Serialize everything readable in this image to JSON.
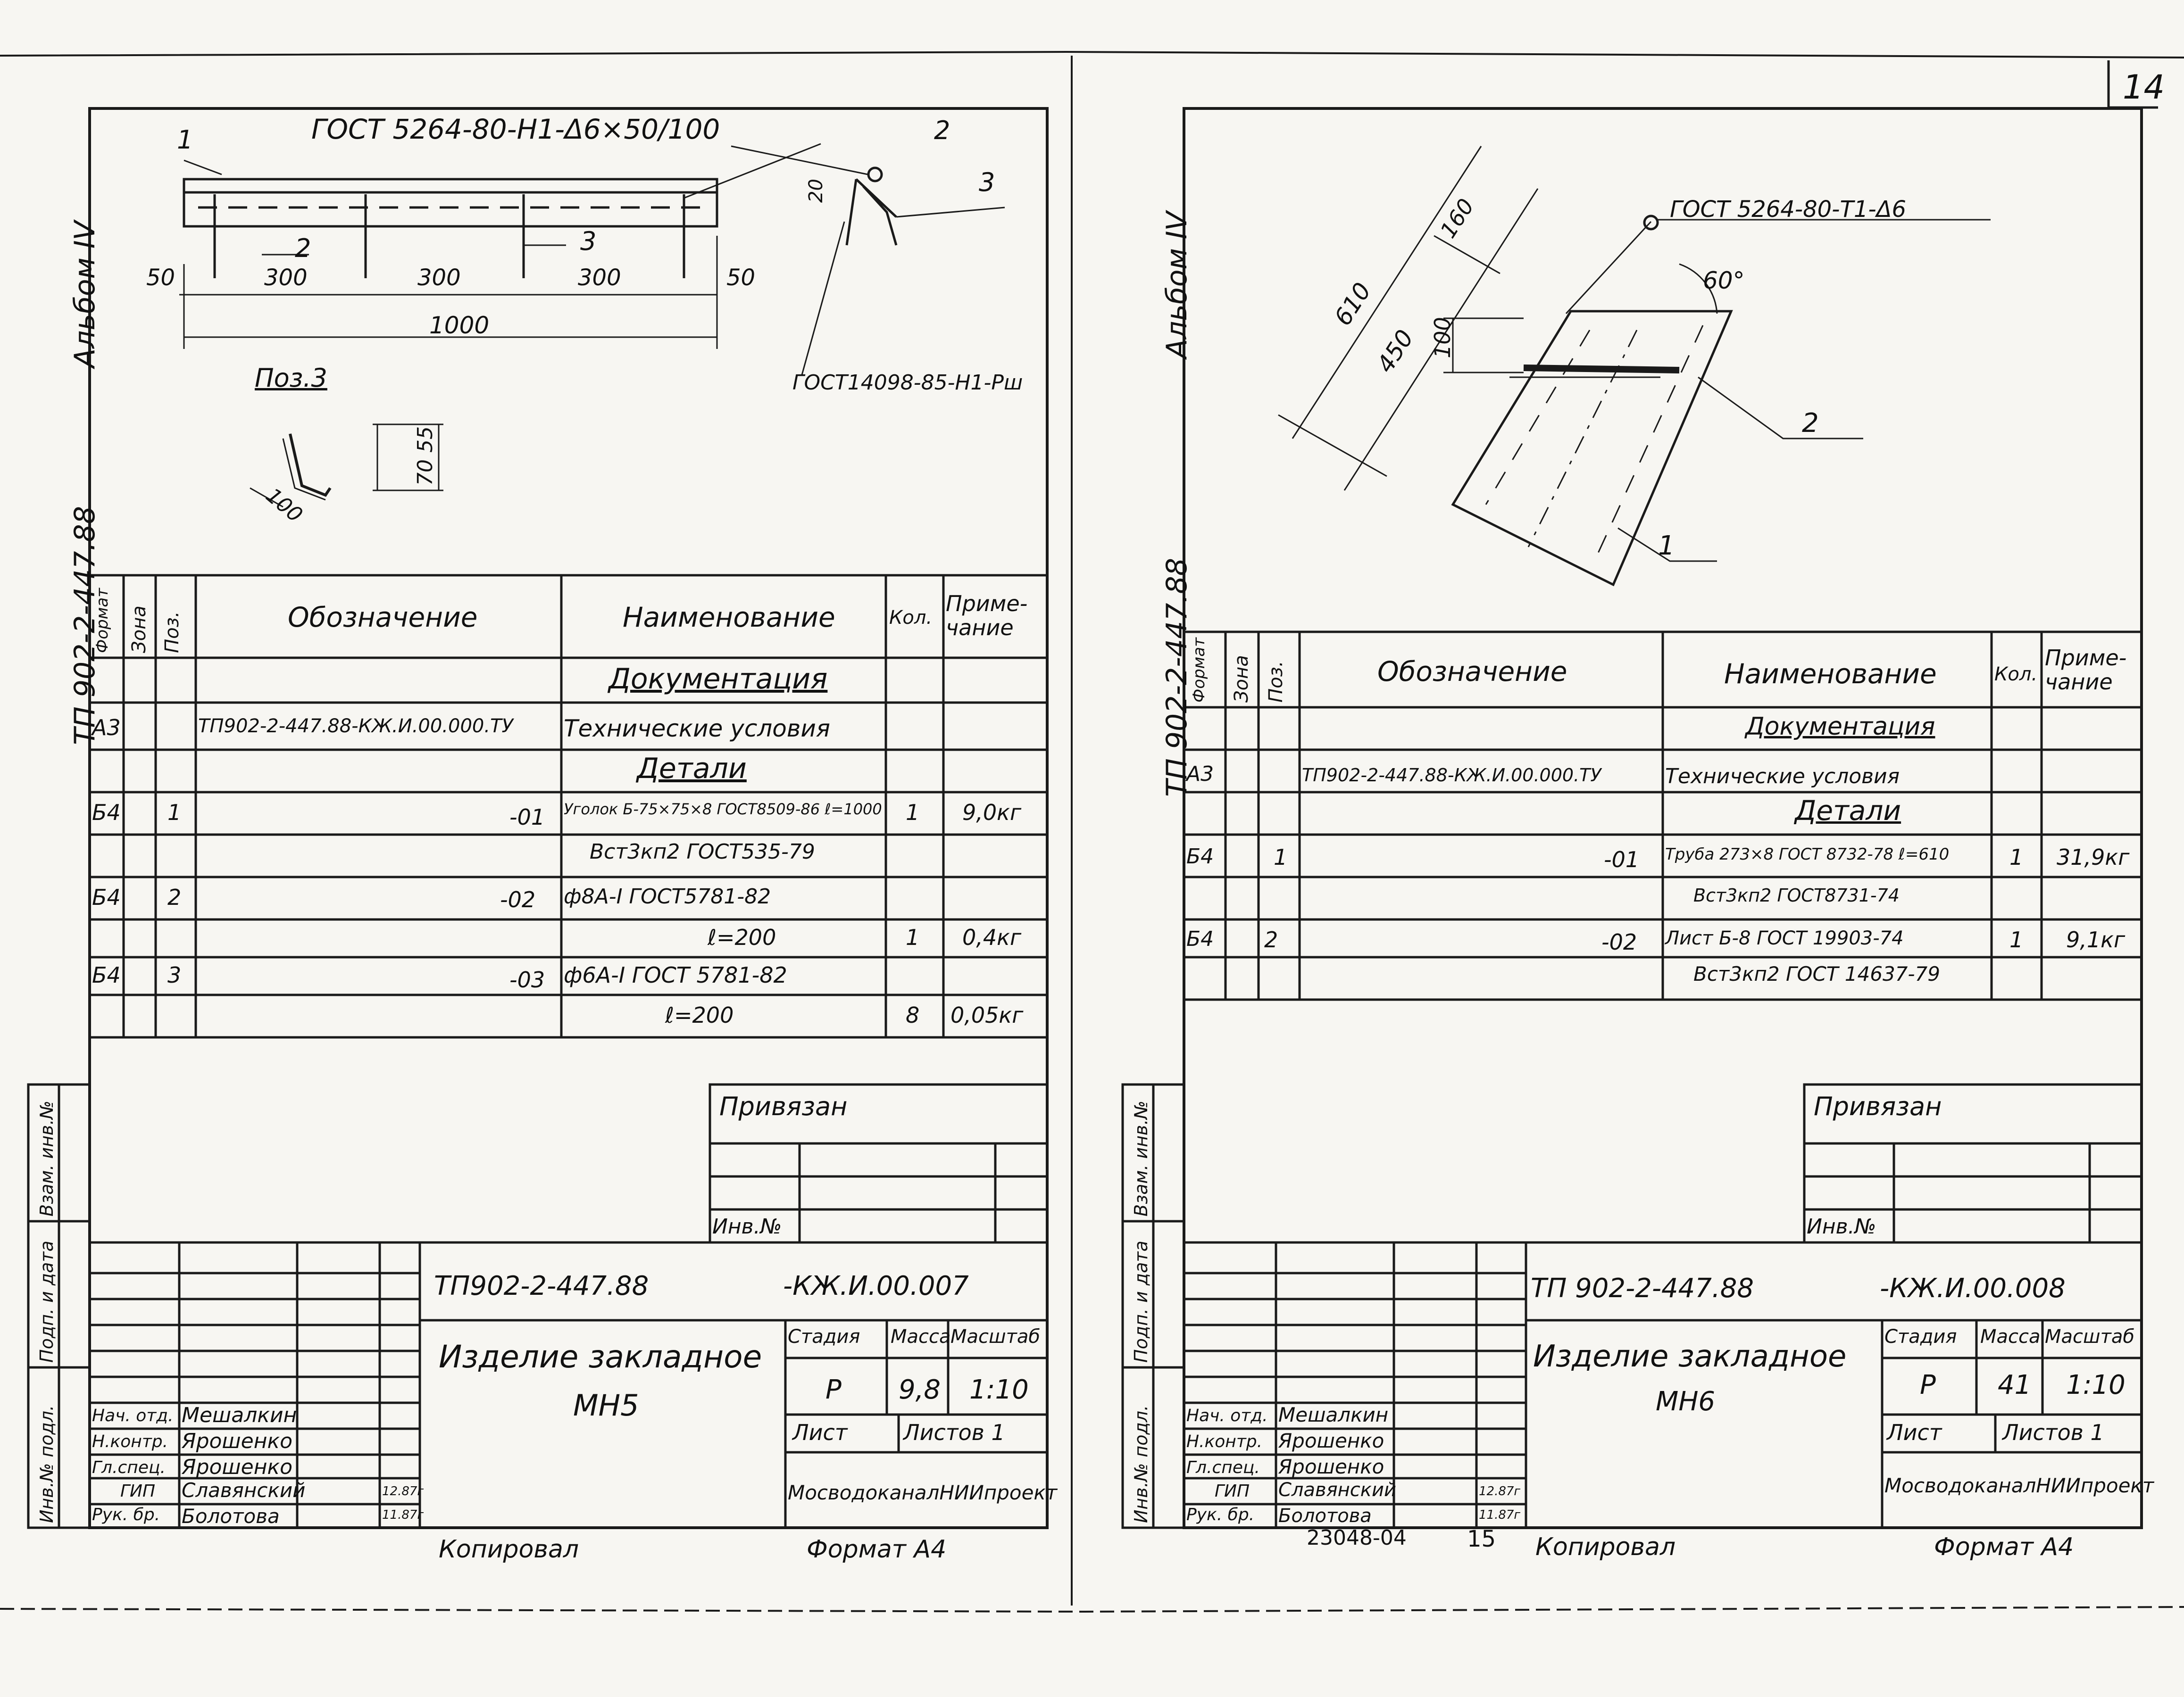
{
  "corner_page_number": "14",
  "sheets": [
    {
      "album_label": "Альбом IV",
      "side_code": "ТП 902-2-447.88",
      "drawing": {
        "callout_weld": "ГОСТ 5264-80-Н1-Δ6×50/100",
        "callout_weld2": "ГОСТ14098-85-Н1-Рш",
        "pos_labels": [
          "1",
          "2",
          "3",
          "2",
          "3"
        ],
        "dims": [
          "50",
          "300",
          "300",
          "300",
          "50",
          "1000",
          "20"
        ],
        "pos3_title": "Поз.3",
        "pos3_dims": [
          "100",
          "70",
          "55"
        ]
      },
      "table": {
        "headers": [
          "Формат",
          "Зона",
          "Поз.",
          "Обозначение",
          "Наименование",
          "Кол.",
          "Приме-\nчание"
        ],
        "rows": [
          {
            "fmt": "",
            "pos": "",
            "des": "",
            "name": "Документация",
            "qty": "",
            "note": "",
            "section": true
          },
          {
            "fmt": "А3",
            "pos": "",
            "des": "ТП902-2-447.88-КЖ.И.00.000.ТУ",
            "name": "Технические условия",
            "qty": "",
            "note": ""
          },
          {
            "fmt": "",
            "pos": "",
            "des": "",
            "name": "Детали",
            "qty": "",
            "note": "",
            "section": true
          },
          {
            "fmt": "Б4",
            "pos": "1",
            "des": "-01",
            "name": "Уголок Б-75×75×8 ГОСТ8509-86 ℓ=1000",
            "qty": "1",
            "note": "9,0кг"
          },
          {
            "fmt": "",
            "pos": "",
            "des": "",
            "name": "Вст3кп2 ГОСТ535-79",
            "qty": "",
            "note": ""
          },
          {
            "fmt": "Б4",
            "pos": "2",
            "des": "-02",
            "name": "ф8А-I ГОСТ5781-82",
            "qty": "",
            "note": ""
          },
          {
            "fmt": "",
            "pos": "",
            "des": "",
            "name": "ℓ=200",
            "qty": "1",
            "note": "0,4кг"
          },
          {
            "fmt": "Б4",
            "pos": "3",
            "des": "-03",
            "name": "ф6А-I ГОСТ 5781-82",
            "qty": "",
            "note": ""
          },
          {
            "fmt": "",
            "pos": "",
            "des": "",
            "name": "ℓ=200",
            "qty": "8",
            "note": "0,05кг"
          }
        ]
      },
      "stamp": {
        "privyazan": "Привязан",
        "inv_no": "Инв.№",
        "code": "ТП902-2-447.88",
        "code_suffix": "-КЖ.И.00.007",
        "title": "Изделие закладное",
        "subtitle": "МН5",
        "stadiya_label": "Стадия",
        "massa_label": "Масса",
        "masshtab_label": "Масштаб",
        "stadiya": "Р",
        "massa": "9,8",
        "masshtab": "1:10",
        "list_label": "Лист",
        "listov_label": "Листов 1",
        "org": "МосводоканалНИИпроект",
        "people": [
          {
            "role": "Нач. отд.",
            "name": "Мешалкин",
            "date": ""
          },
          {
            "role": "Н.контр.",
            "name": "Ярошенко",
            "date": ""
          },
          {
            "role": "Гл.спец.",
            "name": "Ярошенко",
            "date": ""
          },
          {
            "role": "ГИП",
            "name": "Славянский",
            "date": "12.87г"
          },
          {
            "role": "Рук. бр.",
            "name": "Болотова",
            "date": "11.87г"
          }
        ],
        "side_cells": [
          "Инв.№ подл.",
          "Подп. и дата",
          "Взам. инв.№"
        ]
      },
      "footer_copied": "Копировал",
      "footer_format": "Формат А4"
    },
    {
      "album_label": "Альбом IV",
      "side_code": "ТП 902-2-447.88",
      "drawing": {
        "callout_weld": "ГОСТ 5264-80-Т1-Δ6",
        "angle": "60°",
        "dims": [
          "610",
          "160",
          "450",
          "100"
        ],
        "pos_labels": [
          "2",
          "1"
        ]
      },
      "table": {
        "headers": [
          "Формат",
          "Зона",
          "Поз.",
          "Обозначение",
          "Наименование",
          "Кол.",
          "Приме-\nчание"
        ],
        "rows": [
          {
            "fmt": "",
            "pos": "",
            "des": "",
            "name": "Документация",
            "qty": "",
            "note": "",
            "section": true
          },
          {
            "fmt": "А3",
            "pos": "",
            "des": "ТП902-2-447.88-КЖ.И.00.000.ТУ",
            "name": "Технические условия",
            "qty": "",
            "note": ""
          },
          {
            "fmt": "",
            "pos": "",
            "des": "",
            "name": "Детали",
            "qty": "",
            "note": "",
            "section": true
          },
          {
            "fmt": "Б4",
            "pos": "1",
            "des": "-01",
            "name": "Труба 273×8 ГОСТ 8732-78 ℓ=610",
            "qty": "1",
            "note": "31,9кг"
          },
          {
            "fmt": "",
            "pos": "",
            "des": "",
            "name": "Вст3кп2 ГОСТ8731-74",
            "qty": "",
            "note": ""
          },
          {
            "fmt": "Б4",
            "pos": "2",
            "des": "-02",
            "name": "Лист Б-8 ГОСТ 19903-74",
            "qty": "1",
            "note": "9,1кг"
          },
          {
            "fmt": "",
            "pos": "",
            "des": "",
            "name": "Вст3кп2 ГОСТ 14637-79",
            "qty": "",
            "note": ""
          }
        ]
      },
      "stamp": {
        "privyazan": "Привязан",
        "inv_no": "Инв.№",
        "code": "ТП 902-2-447.88",
        "code_suffix": "-КЖ.И.00.008",
        "title": "Изделие закладное",
        "subtitle": "МН6",
        "stadiya_label": "Стадия",
        "massa_label": "Масса",
        "masshtab_label": "Масштаб",
        "stadiya": "Р",
        "massa": "41",
        "masshtab": "1:10",
        "list_label": "Лист",
        "listov_label": "Листов 1",
        "org": "МосводоканалНИИпроект",
        "people": [
          {
            "role": "Нач. отд.",
            "name": "Мешалкин",
            "date": ""
          },
          {
            "role": "Н.контр.",
            "name": "Ярошенко",
            "date": ""
          },
          {
            "role": "Гл.спец.",
            "name": "Ярошенко",
            "date": ""
          },
          {
            "role": "ГИП",
            "name": "Славянский",
            "date": "12.87г"
          },
          {
            "role": "Рук. бр.",
            "name": "Болотова",
            "date": "11.87г"
          }
        ],
        "side_cells": [
          "Инв.№ подл.",
          "Подп. и дата",
          "Взам. инв.№"
        ]
      },
      "footer_number": "23048-04",
      "footer_page": "15",
      "footer_copied": "Копировал",
      "footer_format": "Формат А4"
    }
  ]
}
